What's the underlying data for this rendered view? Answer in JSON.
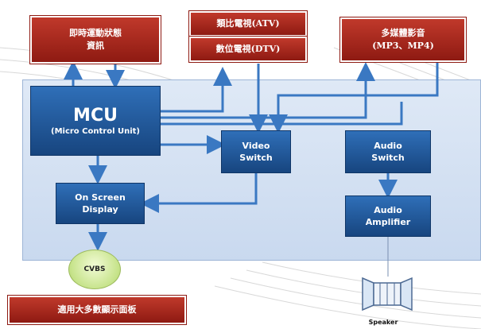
{
  "diagram": {
    "top_boxes": {
      "realtime": [
        "即時運動狀態",
        "資訊"
      ],
      "atv": "類比電視(ATV)",
      "dtv": "數位電視(DTV)",
      "multimedia": [
        "多媒體影音",
        "(MP3、MP4)"
      ]
    },
    "mcu": {
      "title": "MCU",
      "subtitle": "(Micro Control Unit)"
    },
    "video_switch": [
      "Video",
      "Switch"
    ],
    "osd": [
      "On Screen",
      "Display"
    ],
    "audio_switch": [
      "Audio",
      "Switch"
    ],
    "audio_amp": [
      "Audio",
      "Amplifier"
    ],
    "cvbs": "CVBS",
    "bottom_box": "適用大多數顯示面板",
    "speaker": "Speaker"
  },
  "colors": {
    "red_box": "#a82a1f",
    "blue_box": "#1f5597",
    "panel": "#d6e2f3",
    "arrow": "#3a78c2",
    "cvbs": "#c6e38a"
  }
}
